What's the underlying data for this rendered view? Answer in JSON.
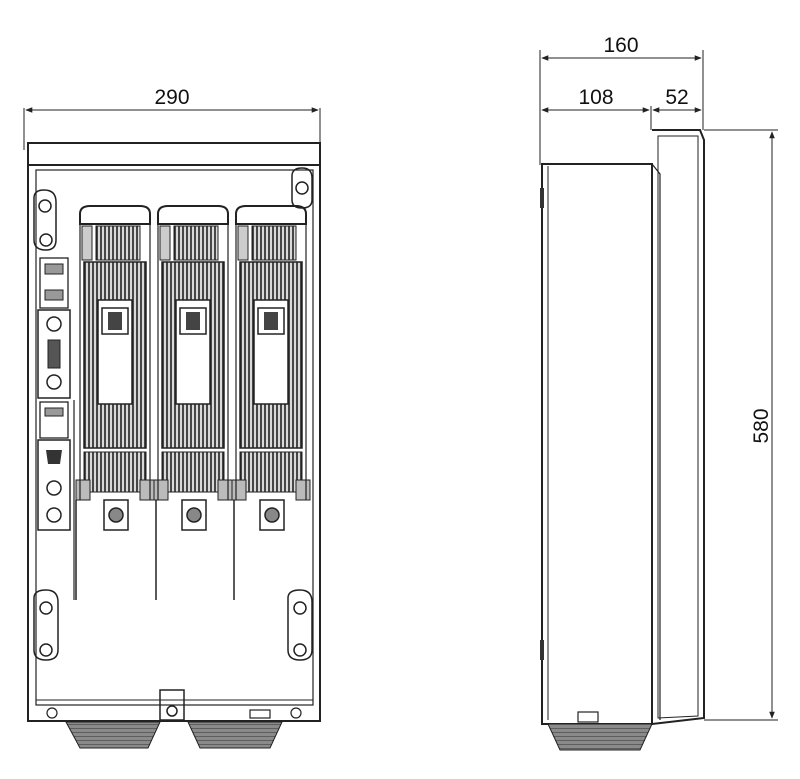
{
  "front_view": {
    "width_label": "290",
    "fuse_units": [
      {
        "id": "fuse-1"
      },
      {
        "id": "fuse-2"
      },
      {
        "id": "fuse-3"
      }
    ]
  },
  "side_view": {
    "depth_total_label": "160",
    "depth_body_label": "108",
    "depth_cover_label": "52",
    "height_label": "580"
  }
}
